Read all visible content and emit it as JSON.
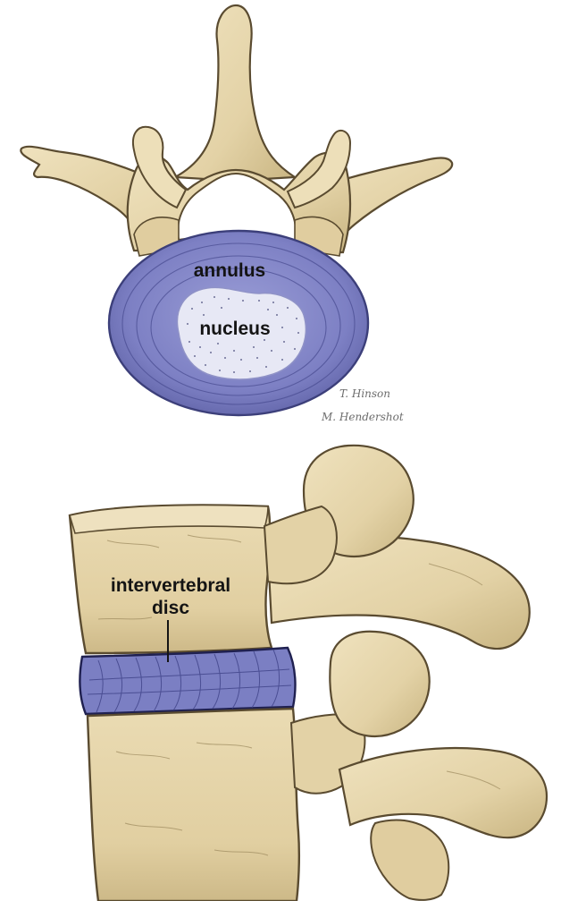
{
  "figure": {
    "top_view": {
      "labels": {
        "annulus": "annulus",
        "nucleus": "nucleus"
      },
      "signature_lines": [
        "T. Hinson",
        "M. Hendershot"
      ]
    },
    "side_view": {
      "label_lines": [
        "intervertebral",
        "disc"
      ]
    }
  },
  "colors": {
    "bone_fill": "#e5d5ab",
    "bone_shadow": "#c9b582",
    "bone_outline": "#5a4b30",
    "disc_blue": "#7b7fc3",
    "disc_blue_dark": "#5f62a6",
    "nucleus_fill": "#e7e8f5"
  }
}
